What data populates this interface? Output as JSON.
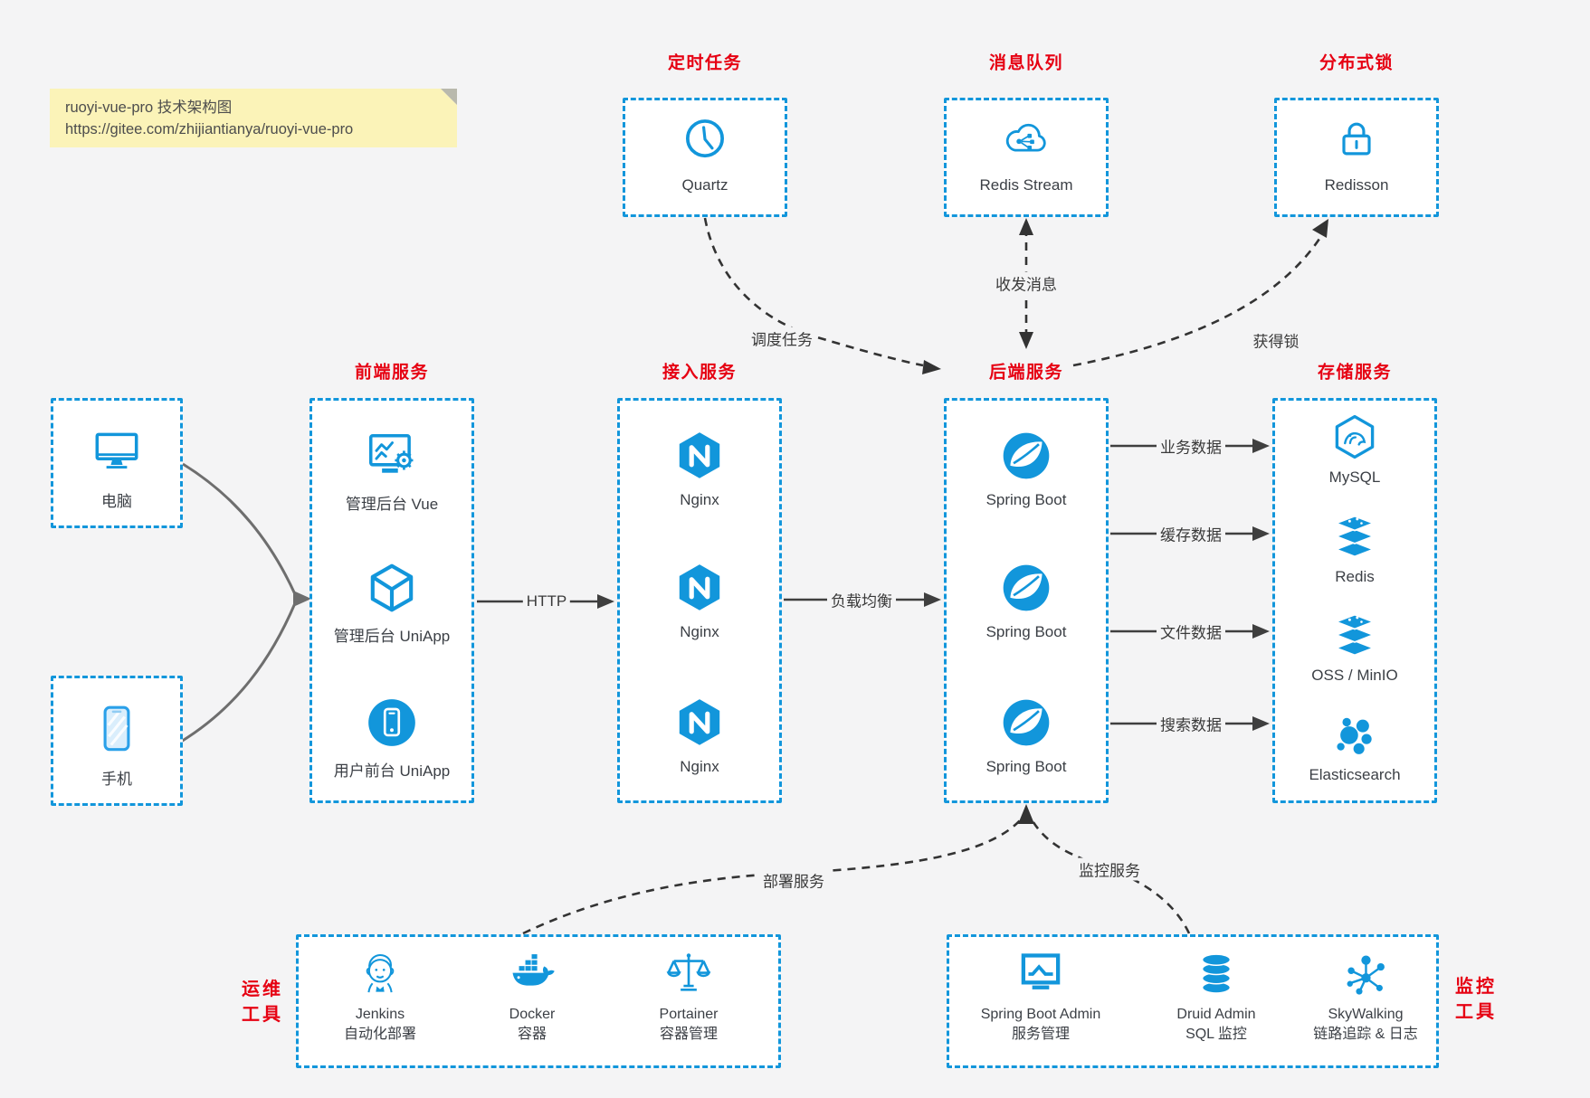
{
  "note": {
    "line1": "ruoyi-vue-pro 技术架构图",
    "line2": "https://gitee.com/zhijiantianya/ruoyi-vue-pro"
  },
  "colors": {
    "accent_blue": "#1296db",
    "title_red": "#e60012",
    "note_bg": "#fbf3b8",
    "canvas_bg": "#f4f4f5",
    "arrow_dark": "#3f3f3f",
    "device_curve_gray": "#6e6e6e"
  },
  "top_groups": [
    {
      "title": "定时任务",
      "icon": "clock-icon",
      "label": "Quartz"
    },
    {
      "title": "消息队列",
      "icon": "cloud-stream-icon",
      "label": "Redis Stream"
    },
    {
      "title": "分布式锁",
      "icon": "lock-icon",
      "label": "Redisson"
    }
  ],
  "clients": [
    {
      "icon": "desktop-icon",
      "label": "电脑"
    },
    {
      "icon": "smartphone-icon",
      "label": "手机"
    }
  ],
  "columns": [
    {
      "title": "前端服务",
      "items": [
        {
          "icon": "admin-vue-icon",
          "label": "管理后台 Vue"
        },
        {
          "icon": "uniapp-cube-icon",
          "label": "管理后台 UniApp"
        },
        {
          "icon": "user-app-icon",
          "label": "用户前台 UniApp"
        }
      ]
    },
    {
      "title": "接入服务",
      "items": [
        {
          "icon": "nginx-icon",
          "label": "Nginx"
        },
        {
          "icon": "nginx-icon",
          "label": "Nginx"
        },
        {
          "icon": "nginx-icon",
          "label": "Nginx"
        }
      ]
    },
    {
      "title": "后端服务",
      "items": [
        {
          "icon": "spring-icon",
          "label": "Spring Boot"
        },
        {
          "icon": "spring-icon",
          "label": "Spring Boot"
        },
        {
          "icon": "spring-icon",
          "label": "Spring Boot"
        }
      ]
    },
    {
      "title": "存储服务",
      "items": [
        {
          "icon": "mysql-icon",
          "label": "MySQL"
        },
        {
          "icon": "redis-stack-icon",
          "label": "Redis"
        },
        {
          "icon": "redis-stack-icon",
          "label": "OSS / MinIO"
        },
        {
          "icon": "elasticsearch-icon",
          "label": "Elasticsearch"
        }
      ]
    }
  ],
  "bottom_groups": [
    {
      "title_line1": "运维",
      "title_line2": "工具",
      "items": [
        {
          "icon": "jenkins-icon",
          "line1": "Jenkins",
          "line2": "自动化部署"
        },
        {
          "icon": "docker-icon",
          "line1": "Docker",
          "line2": "容器"
        },
        {
          "icon": "portainer-icon",
          "line1": "Portainer",
          "line2": "容器管理"
        }
      ]
    },
    {
      "title_line1": "监控",
      "title_line2": "工具",
      "items": [
        {
          "icon": "sba-icon",
          "line1": "Spring Boot Admin",
          "line2": "服务管理"
        },
        {
          "icon": "druid-icon",
          "line1": "Druid Admin",
          "line2": "SQL 监控"
        },
        {
          "icon": "skywalking-icon",
          "line1": "SkyWalking",
          "line2": "链路追踪 & 日志"
        }
      ]
    }
  ],
  "edge_labels": {
    "http": "HTTP",
    "load_balance": "负载均衡",
    "schedule": "调度任务",
    "messaging": "收发消息",
    "acquire_lock": "获得锁",
    "business_data": "业务数据",
    "cache_data": "缓存数据",
    "file_data": "文件数据",
    "search_data": "搜索数据",
    "deploy": "部署服务",
    "monitor": "监控服务"
  }
}
